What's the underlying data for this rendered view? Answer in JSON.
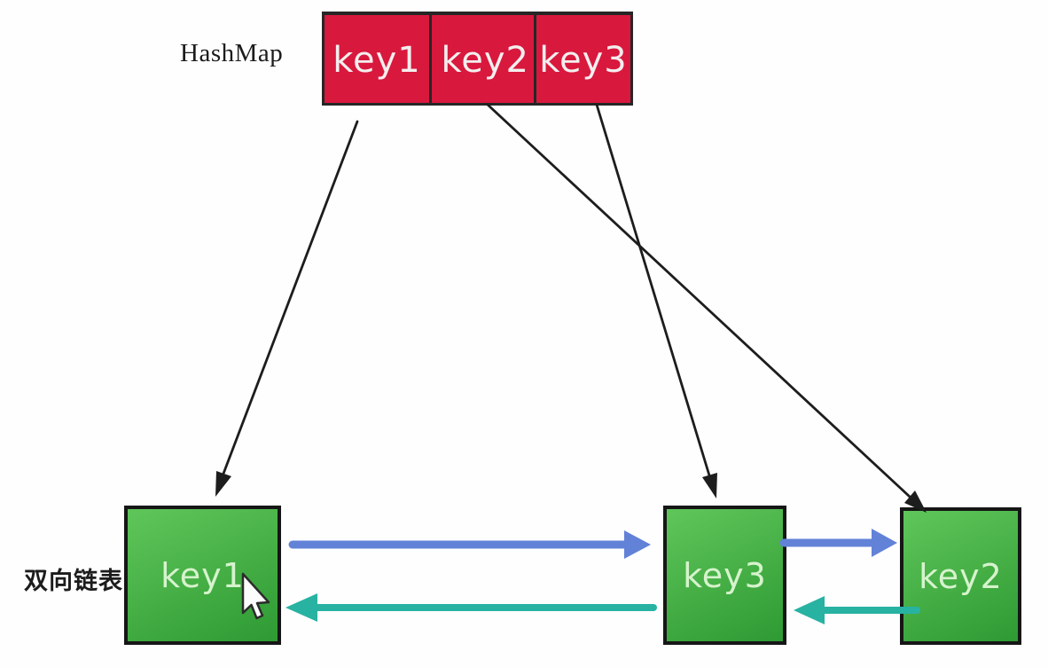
{
  "hashmap": {
    "label": "HashMap",
    "cells": [
      {
        "label": "key1"
      },
      {
        "label": "key2"
      },
      {
        "label": "key3"
      }
    ]
  },
  "linked_list": {
    "label": "双向链表",
    "nodes": [
      {
        "label": "key1"
      },
      {
        "label": "key3"
      },
      {
        "label": "key2"
      }
    ]
  },
  "colors": {
    "hashmap_cell": "#d9183d",
    "hashmap_cell_text": "#f3eeee",
    "box_border": "#262626",
    "node_gradient_top": "#5fc65a",
    "node_gradient_bottom": "#2e9a33",
    "node_border": "#161616",
    "node_text": "#d6f3cd",
    "forward_link": "#6282d8",
    "back_link": "#28b2a2",
    "pointer_arrow": "#1d1d1d",
    "label_text": "#1c1c1c"
  }
}
